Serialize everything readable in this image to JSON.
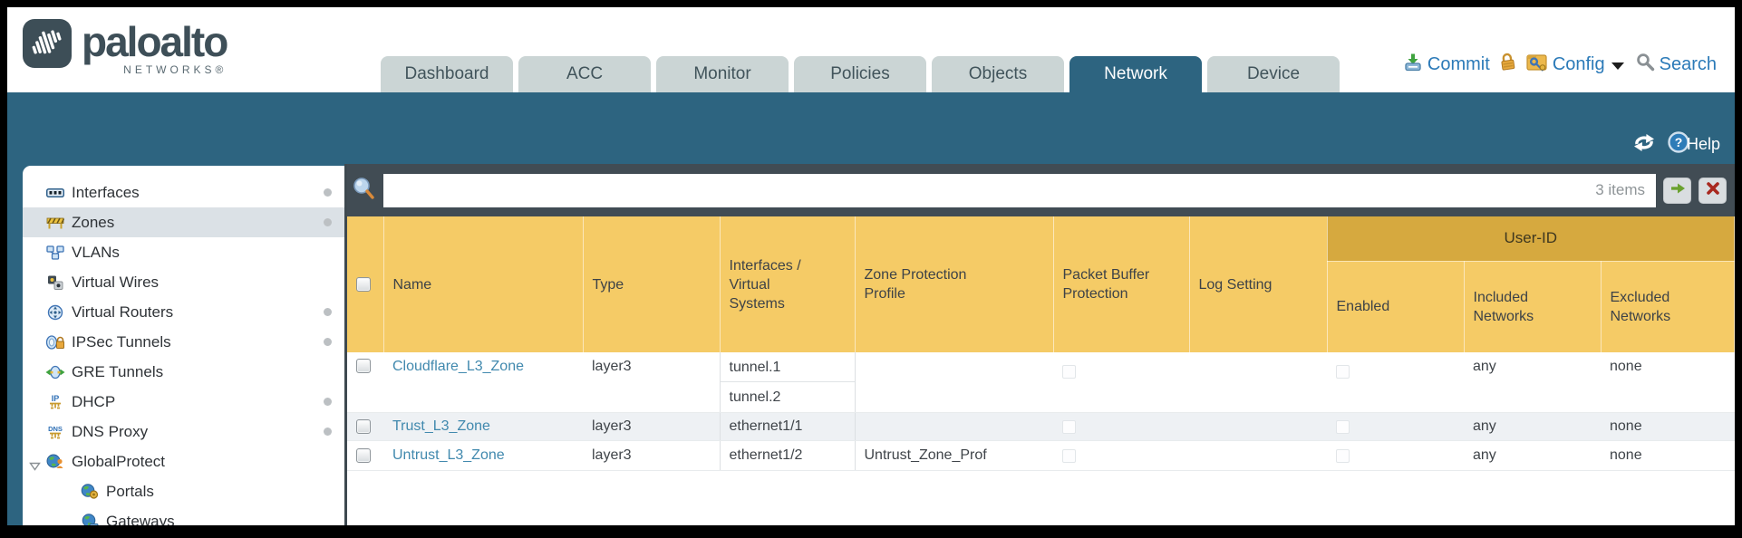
{
  "header": {
    "logo": {
      "brand": "paloalto",
      "sub": "NETWORKS®"
    },
    "tabs": [
      {
        "label": "Dashboard"
      },
      {
        "label": "ACC"
      },
      {
        "label": "Monitor"
      },
      {
        "label": "Policies"
      },
      {
        "label": "Objects"
      },
      {
        "label": "Network",
        "active": true
      },
      {
        "label": "Device"
      }
    ],
    "utilities": {
      "commit_label": "Commit",
      "config_label": "Config",
      "search_label": "Search"
    }
  },
  "band": {
    "help_label": "Help"
  },
  "sidebar": {
    "items": [
      {
        "label": "Interfaces",
        "has_dot": true
      },
      {
        "label": "Zones",
        "has_dot": true,
        "selected": true
      },
      {
        "label": "VLANs"
      },
      {
        "label": "Virtual Wires"
      },
      {
        "label": "Virtual Routers",
        "has_dot": true
      },
      {
        "label": "IPSec Tunnels",
        "has_dot": true
      },
      {
        "label": "GRE Tunnels"
      },
      {
        "label": "DHCP",
        "has_dot": true
      },
      {
        "label": "DNS Proxy",
        "has_dot": true
      },
      {
        "label": "GlobalProtect",
        "expanded": true
      },
      {
        "label": "Portals",
        "child": true
      },
      {
        "label": "Gateways",
        "child": true
      }
    ]
  },
  "filter": {
    "value": "",
    "count_label": "3 items"
  },
  "table": {
    "columns": {
      "name": "Name",
      "type": "Type",
      "interfaces": "Interfaces /\nVirtual\nSystems",
      "zone_protection_profile": "Zone Protection\nProfile",
      "packet_buffer_protection": "Packet Buffer\nProtection",
      "log_setting": "Log Setting",
      "user_id_group": "User-ID",
      "enabled": "Enabled",
      "included_networks": "Included\nNetworks",
      "excluded_networks": "Excluded\nNetworks"
    },
    "rows": [
      {
        "name": "Cloudflare_L3_Zone",
        "type": "layer3",
        "interfaces": [
          "tunnel.1",
          "tunnel.2"
        ],
        "zone_protection_profile": "",
        "packet_buffer_protection": false,
        "log_setting": "",
        "enabled": false,
        "included_networks": "any",
        "excluded_networks": "none"
      },
      {
        "name": "Trust_L3_Zone",
        "type": "layer3",
        "interfaces": [
          "ethernet1/1"
        ],
        "zone_protection_profile": "",
        "packet_buffer_protection": false,
        "log_setting": "",
        "enabled": false,
        "included_networks": "any",
        "excluded_networks": "none"
      },
      {
        "name": "Untrust_L3_Zone",
        "type": "layer3",
        "interfaces": [
          "ethernet1/2"
        ],
        "zone_protection_profile": "Untrust_Zone_Prof",
        "packet_buffer_protection": false,
        "log_setting": "",
        "enabled": false,
        "included_networks": "any",
        "excluded_networks": "none"
      }
    ]
  },
  "colors": {
    "teal": "#2d6480",
    "slate": "#414c54",
    "header_orange": "#f5cb66",
    "header_orange_dark": "#d6a93f",
    "link_blue": "#4189ae",
    "utility_blue": "#2b7ab8"
  }
}
